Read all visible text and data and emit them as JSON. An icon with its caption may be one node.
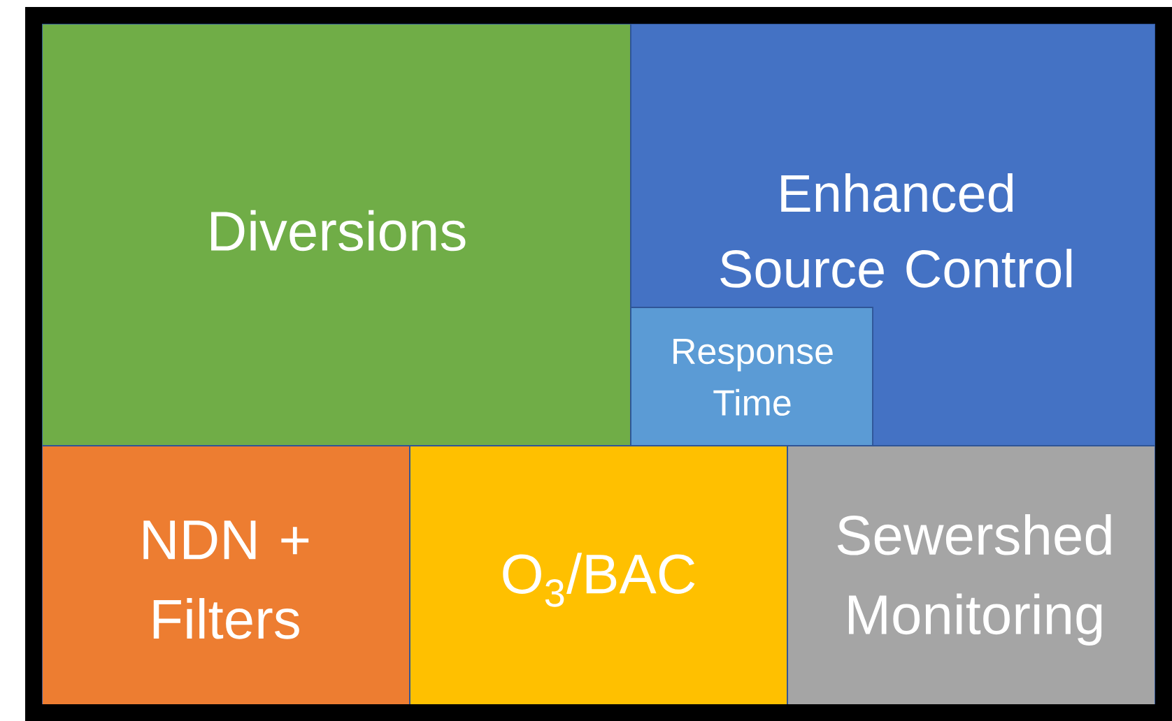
{
  "diagram": {
    "nodes": [
      {
        "text": [
          "Diversions"
        ]
      },
      {
        "text": [
          "Enhanced Source Control"
        ]
      },
      {
        "text": [
          "Response Time"
        ],
        "in": 1
      },
      {
        "text": [
          "NDN + Filters"
        ]
      },
      {
        "text": [
          "O$_{3}$/BAC"
        ]
      },
      {
        "text": [
          "Sewershed Monitoring"
        ]
      }
    ]
  }
}
